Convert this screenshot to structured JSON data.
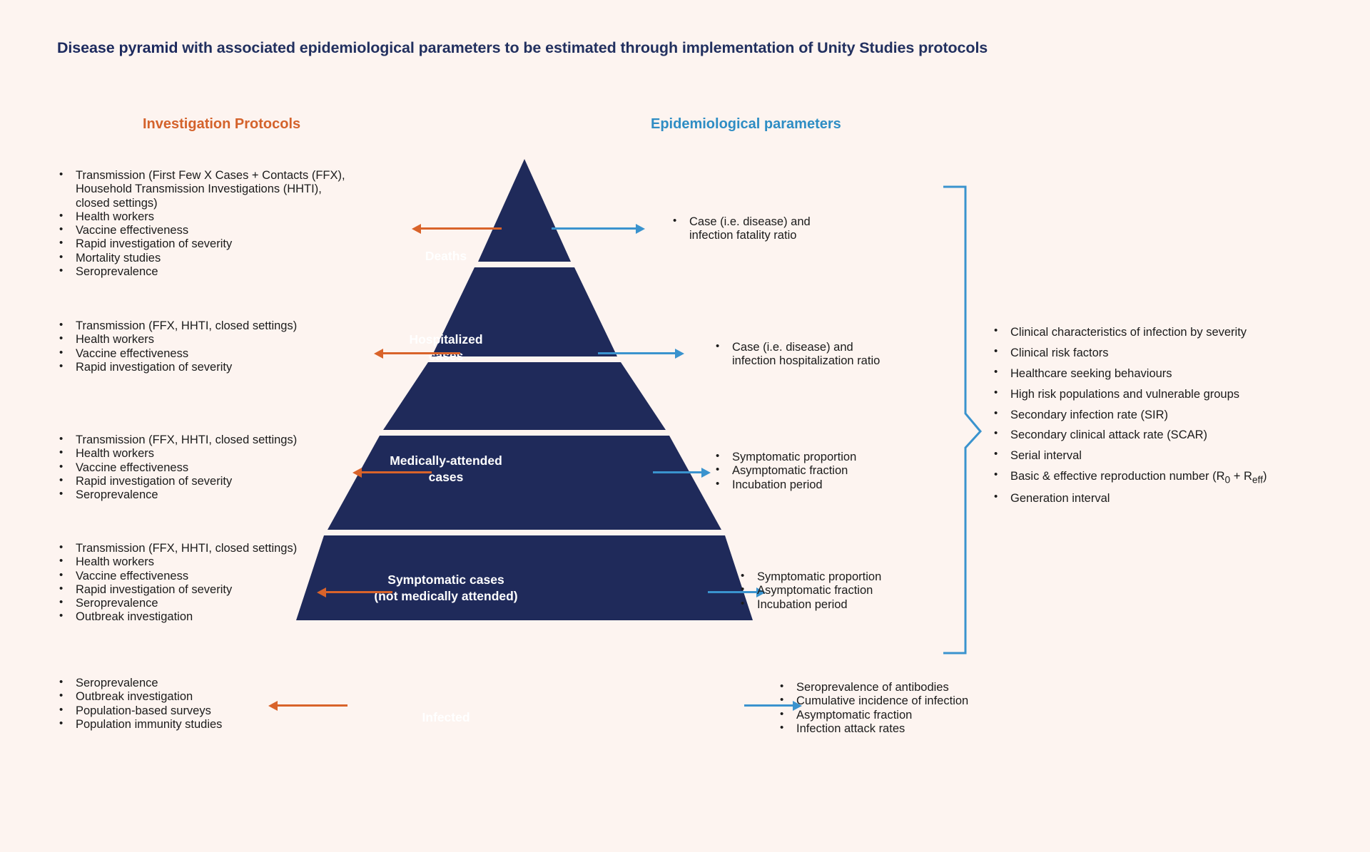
{
  "title": {
    "bold_lead": "Disease pyramid",
    "rest": " with associated epidemiological parameters to be estimated through implementation of Unity Studies protocols"
  },
  "colors": {
    "background": "#fdf4f0",
    "pyramid_navy": "#1f2a5a",
    "protocol_orange": "#d4622b",
    "parameter_blue": "#2e8dc4",
    "arrow_orange": "#d9632a",
    "arrow_blue": "#3a93ce",
    "title_navy": "#22305f"
  },
  "headers": {
    "left": "Investigation Protocols",
    "right": "Epidemiological parameters"
  },
  "pyramid": {
    "tiers": [
      {
        "label": "Deaths"
      },
      {
        "label": "Hospitalized\ncases"
      },
      {
        "label": "Medically-attended\ncases"
      },
      {
        "label": "Symptomatic cases\n(not medically attended)"
      },
      {
        "label": "Infected"
      }
    ]
  },
  "protocols": [
    {
      "tier": "Deaths",
      "items": [
        "Transmission (First Few X Cases + Contacts (FFX),\nHousehold Transmission Investigations (HHTI),\nclosed settings)",
        "Health workers",
        "Vaccine effectiveness",
        "Rapid investigation of severity",
        "Mortality studies",
        "Seroprevalence"
      ]
    },
    {
      "tier": "Hospitalized cases",
      "items": [
        "Transmission (FFX, HHTI, closed settings)",
        "Health workers",
        "Vaccine effectiveness",
        "Rapid investigation of severity"
      ]
    },
    {
      "tier": "Medically-attended cases",
      "items": [
        "Transmission (FFX, HHTI, closed settings)",
        "Health workers",
        "Vaccine effectiveness",
        "Rapid investigation of severity",
        "Seroprevalence"
      ]
    },
    {
      "tier": "Symptomatic cases",
      "items": [
        "Transmission (FFX, HHTI, closed settings)",
        "Health workers",
        "Vaccine effectiveness",
        "Rapid investigation of severity",
        "Seroprevalence",
        "Outbreak investigation"
      ]
    },
    {
      "tier": "Infected",
      "items": [
        "Seroprevalence",
        "Outbreak investigation",
        "Population-based surveys",
        "Population immunity studies"
      ]
    }
  ],
  "parameters": [
    {
      "tier": "Deaths",
      "items": [
        "Case (i.e. disease) and\ninfection fatality ratio"
      ]
    },
    {
      "tier": "Hospitalized cases",
      "items": [
        "Case (i.e. disease) and\ninfection hospitalization ratio"
      ]
    },
    {
      "tier": "Medically-attended cases",
      "items": [
        "Symptomatic proportion",
        "Asymptomatic fraction",
        "Incubation period"
      ]
    },
    {
      "tier": "Symptomatic cases",
      "items": [
        "Symptomatic proportion",
        "Asymptomatic fraction",
        "Incubation period"
      ]
    },
    {
      "tier": "Infected",
      "items": [
        "Seroprevalence of antibodies",
        "Cumulative incidence of infection",
        "Asymptomatic fraction",
        "Infection attack rates"
      ]
    }
  ],
  "cross_cutting": {
    "items": [
      "Clinical characteristics of infection by severity",
      "Clinical risk factors",
      "Healthcare seeking behaviours",
      "High risk populations and vulnerable groups",
      "Secondary infection rate (SIR)",
      "Secondary clinical attack rate (SCAR)",
      "Serial interval",
      "Basic & effective reproduction number (R0 + Reff)",
      "Generation interval"
    ],
    "reproduction_number": {
      "prefix": "Basic & effective reproduction number (R",
      "sub1": "0",
      "mid": " + R",
      "sub2": "eff",
      "suffix": ")"
    }
  }
}
